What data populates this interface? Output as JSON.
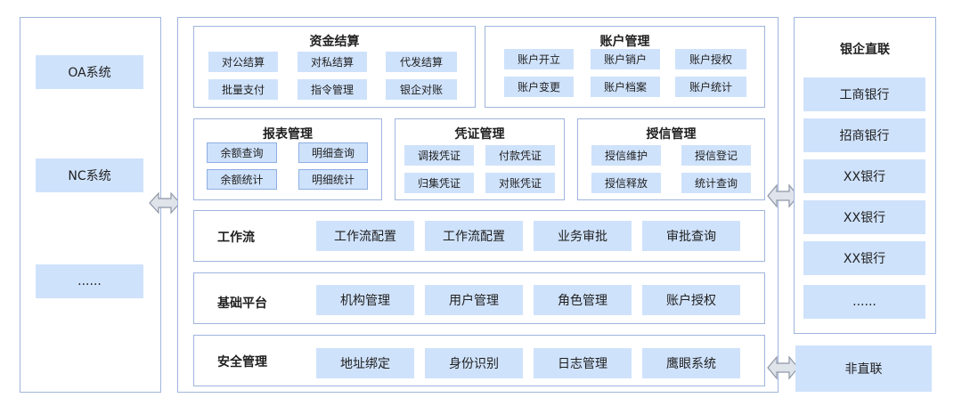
{
  "colors": {
    "border": "#9fb4dc",
    "chip": "#cfe2fb",
    "arrow_fill": "#dfe3ea",
    "arrow_stroke": "#8d96a6"
  },
  "left_column": {
    "items": [
      "OA系统",
      "NC系统",
      "......"
    ]
  },
  "fund_settlement": {
    "title": "资金结算",
    "items": [
      "对公结算",
      "对私结算",
      "代发结算",
      "批量支付",
      "指令管理",
      "银企对账"
    ]
  },
  "account_management": {
    "title": "账户管理",
    "items": [
      "账户开立",
      "账户销户",
      "账户授权",
      "账户变更",
      "账户档案",
      "账户统计"
    ]
  },
  "report_management": {
    "title": "报表管理",
    "items": [
      "余额查询",
      "明细查询",
      "余额统计",
      "明细统计"
    ]
  },
  "voucher_management": {
    "title": "凭证管理",
    "items": [
      "调拨凭证",
      "付款凭证",
      "归集凭证",
      "对账凭证"
    ]
  },
  "credit_management": {
    "title": "授信管理",
    "items": [
      "授信维护",
      "授信登记",
      "授信释放",
      "统计查询"
    ]
  },
  "workflow": {
    "title": "工作流",
    "items": [
      "工作流配置",
      "工作流配置",
      "业务审批",
      "审批查询"
    ]
  },
  "base_platform": {
    "title": "基础平台",
    "items": [
      "机构管理",
      "用户管理",
      "角色管理",
      "账户授权"
    ]
  },
  "security_management": {
    "title": "安全管理",
    "items": [
      "地址绑定",
      "身份识别",
      "日志管理",
      "鹰眼系统"
    ]
  },
  "bank_direct": {
    "title": "银企直联",
    "items": [
      "工商银行",
      "招商银行",
      "XX银行",
      "XX银行",
      "XX银行",
      "......"
    ]
  },
  "non_direct": {
    "label": "非直联"
  }
}
